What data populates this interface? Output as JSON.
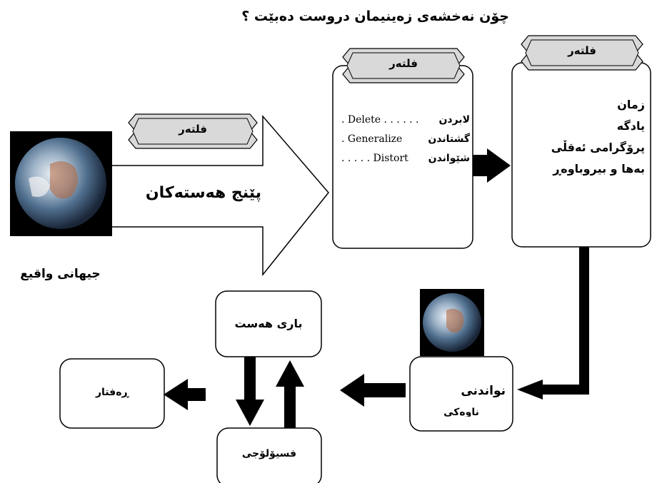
{
  "title": "چۆن نەخشەی زەینیمان دروست دەبێت ؟",
  "filter_label": "فلتەر",
  "real_world_label": "جیهانی واقیع",
  "five_senses_label": "پێنج هەستەکان",
  "filter_processes": [
    {
      "kurdish": "لابردن",
      "english": ". Delete . . . . . ."
    },
    {
      "kurdish": "گشتاندن",
      "english": ". Generalize"
    },
    {
      "kurdish": "شێواندن",
      "english": ". . . . . Distort"
    }
  ],
  "internal_filters": [
    "زمان",
    "یادگە",
    "پرۆگرامی ئەقڵی",
    "بەها و بیروباوەڕ"
  ],
  "representation_label": "نواندنی",
  "representation_sublabel": "ناوەکی",
  "state_label": "باری هەست",
  "physiology_label": "فسیۆلۆجی",
  "behavior_label": "ڕەفتار"
}
